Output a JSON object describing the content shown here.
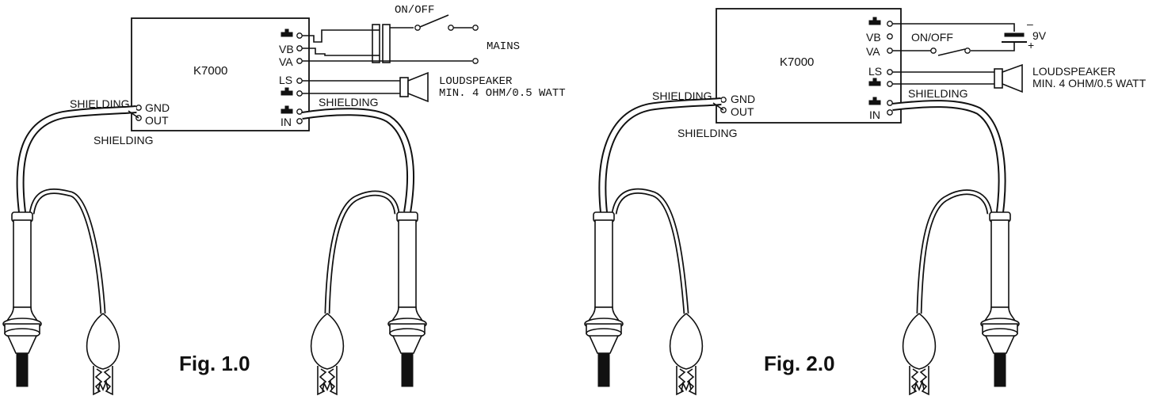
{
  "figures": [
    {
      "caption": "Fig. 1.0",
      "module": "K7000",
      "pins_left": [
        "GND",
        "OUT"
      ],
      "pins_right": [
        "VB",
        "VA",
        "LS",
        "IN"
      ],
      "switch_label": "ON/OFF",
      "supply_label": "MAINS",
      "speaker_label_1": "LOUDSPEAKER",
      "speaker_label_2": "MIN. 4 OHM/0.5 WATT",
      "shielding_left": "SHIELDING",
      "shielding_bottom": "SHIELDING",
      "shielding_right": "SHIELDING"
    },
    {
      "caption": "Fig. 2.0",
      "module": "K7000",
      "pins_left": [
        "GND",
        "OUT"
      ],
      "pins_right": [
        "VB",
        "VA",
        "LS",
        "IN"
      ],
      "switch_label": "ON/OFF",
      "supply_label": "9V",
      "battery_minus": "–",
      "battery_plus": "+",
      "speaker_label_1": "LOUDSPEAKER",
      "speaker_label_2": "MIN. 4 OHM/0.5 WATT",
      "shielding_left": "SHIELDING",
      "shielding_bottom": "SHIELDING",
      "shielding_right": "SHIELDING"
    }
  ]
}
